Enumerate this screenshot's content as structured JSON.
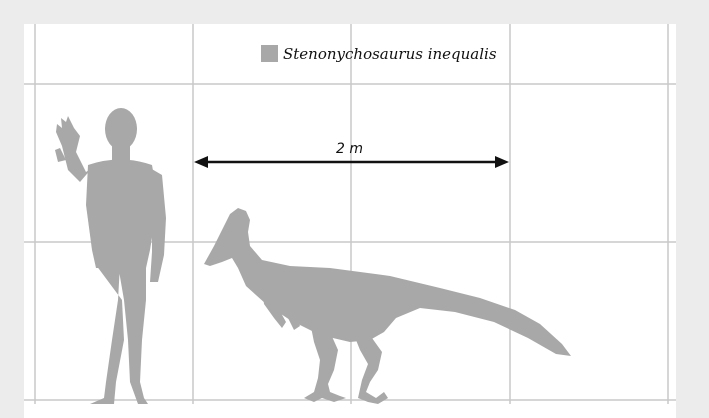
{
  "legend": {
    "label": "Stenonychosaurus inequalis",
    "swatch_color": "#a8a8a8"
  },
  "scale_bar": {
    "label": "2 m"
  },
  "colors": {
    "background": "#ececec",
    "panel": "#ffffff",
    "grid": "#c9c9c9",
    "silhouette": "#a8a8a8",
    "arrow": "#111111"
  },
  "figures": [
    {
      "id": "human",
      "icon": "human-silhouette"
    },
    {
      "id": "dinosaur",
      "icon": "troodontid-silhouette"
    }
  ]
}
